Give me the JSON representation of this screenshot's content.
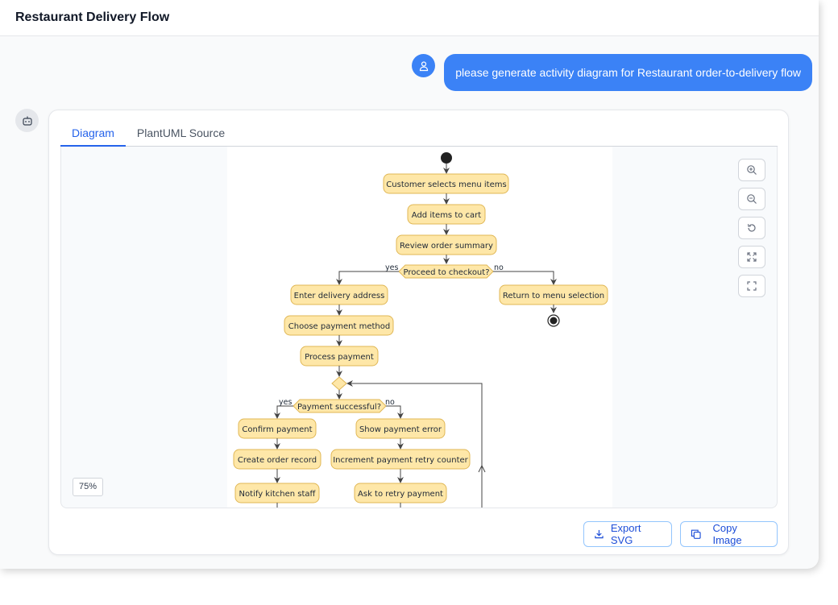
{
  "header": {
    "title": "Restaurant Delivery Flow"
  },
  "user_message": {
    "text": "please generate activity diagram for Restaurant order-to-delivery flow"
  },
  "tabs": [
    {
      "label": "Diagram",
      "active": true
    },
    {
      "label": "PlantUML Source",
      "active": false
    }
  ],
  "diagram": {
    "activities": {
      "select_items": "Customer selects menu items",
      "add_to_cart": "Add items to cart",
      "review_summary": "Review order summary",
      "enter_address": "Enter delivery address",
      "choose_payment": "Choose payment method",
      "process_payment": "Process payment",
      "confirm_payment": "Confirm payment",
      "create_record": "Create order record",
      "notify_kitchen": "Notify kitchen staff",
      "show_error": "Show payment error",
      "increment_retry": "Increment payment retry counter",
      "ask_retry": "Ask to retry payment",
      "return_menu": "Return to menu selection"
    },
    "decisions": {
      "checkout": {
        "question": "Proceed to checkout?",
        "yes": "yes",
        "no": "no"
      },
      "payment": {
        "question": "Payment successful?",
        "yes": "yes",
        "no": "no"
      }
    },
    "colors": {
      "node_fill": "#fee7a8",
      "node_border": "#e0b755",
      "arrow": "#444444"
    }
  },
  "controls": {
    "zoom_in": "zoom-in-icon",
    "zoom_out": "zoom-out-icon",
    "reset": "reset-icon",
    "fit": "fit-icon",
    "fullscreen": "fullscreen-icon"
  },
  "zoom": {
    "level": "75%"
  },
  "actions": {
    "export_svg": "Export SVG",
    "copy_image": "Copy Image"
  },
  "theme": {
    "accent": "#3b82f6",
    "accent_text": "#2563eb"
  }
}
